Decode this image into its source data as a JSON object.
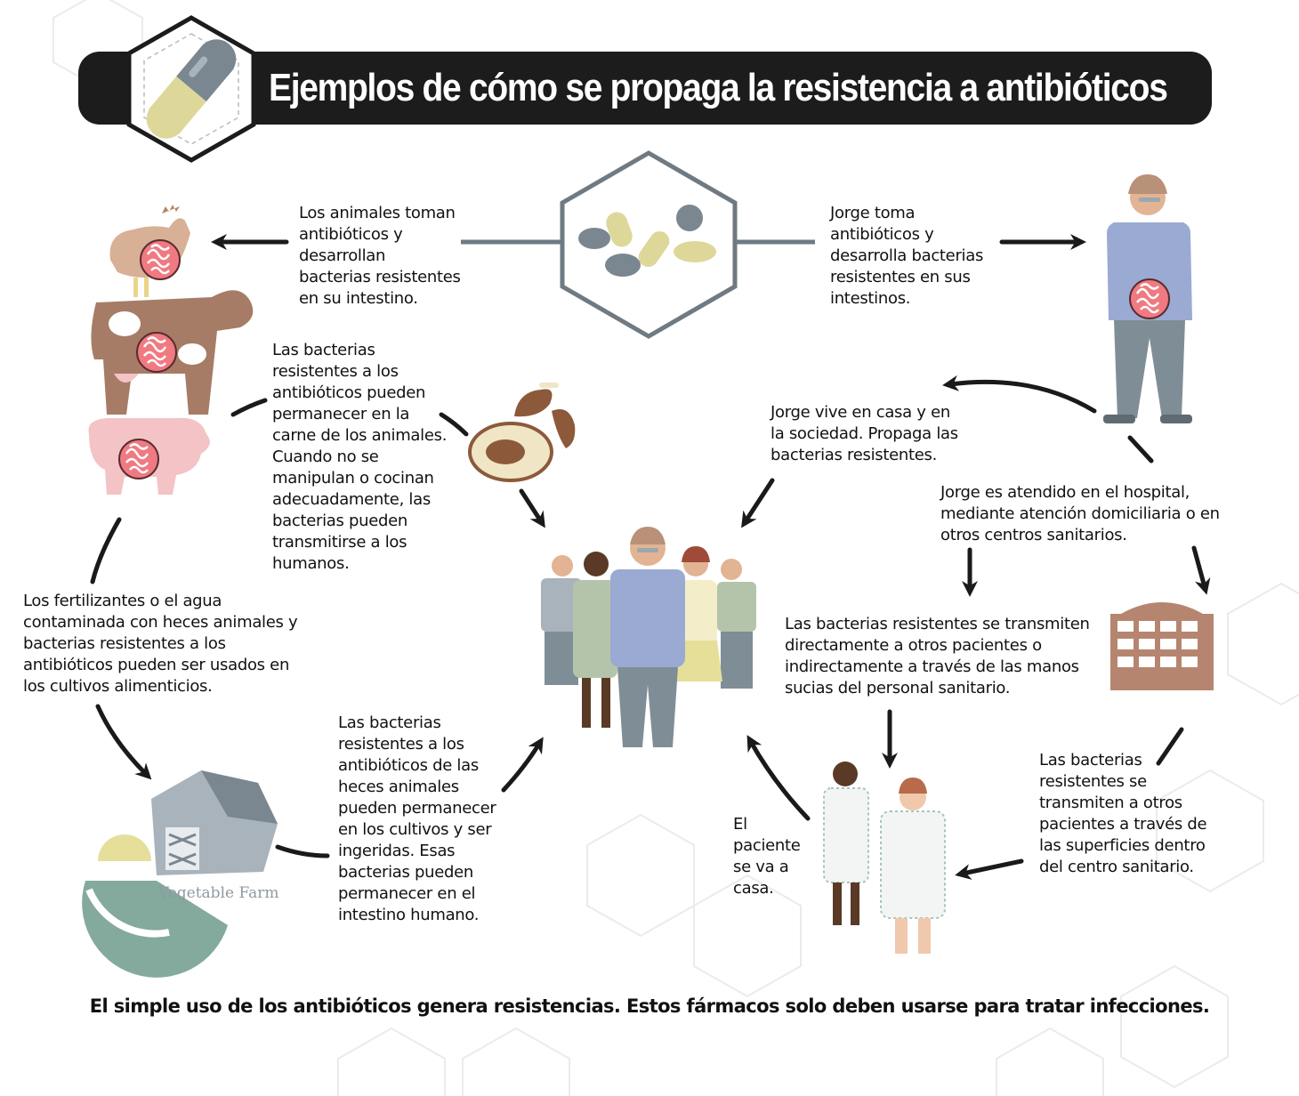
{
  "title": "Ejemplos de cómo se propaga la resistencia a antibióticos",
  "texts": {
    "animals_take": "Los animales toman\nantibióticos y\ndesarrollan\nbacterias resistentes\nen su intestino.",
    "jorge_takes": "Jorge toma\nantibióticos y\ndesarrolla bacterias\nresistentes en sus\nintestinos.",
    "meat": "Las bacterias\nresistentes a los\nantibióticos pueden\npermanecer en la\ncarne de los animales.\nCuando no se\nmanipulan o cocinan\nadecuadamente, las\nbacterias pueden\ntransmitirse a los\nhumanos.",
    "jorge_home": "Jorge vive en casa y en\nla sociedad. Propaga las\nbacterias resistentes.",
    "jorge_hospital": "Jorge es atendido en el hospital,\nmediante atención domiciliaria o en\notros centros sanitarios.",
    "fertilizers": "Los fertilizantes o el agua\ncontaminada con heces animales y\nbacterias resistentes a los\nantibióticos pueden ser usados en\nlos cultivos alimenticios.",
    "direct_transmit": "Las bacterias resistentes se transmiten\ndirectamente a otros pacientes o\nindirectamente a través de las manos\nsucias del personal sanitario.",
    "crops": "Las bacterias\nresistentes a los\nantibióticos de las\nheces animales\npueden permanecer\nen los cultivos y ser\ningeridas. Esas\nbacterias pueden\npermanecer en el\nintestino humano.",
    "patient_home": "El\npaciente\nse va a\ncasa.",
    "surfaces": "Las bacterias\nresistentes se\ntransmiten a otros\npacientes a través de\nlas superficies dentro\ndel centro sanitario."
  },
  "farm_label": "Vegetable Farm",
  "footer": "El simple uso de los antibióticos genera resistencias. Estos fármacos solo deben usarse para tratar infecciones.",
  "colors": {
    "title_bg": "#1c1c1c",
    "arrow": "#1a1a1a",
    "pill_grey": "#7b8790",
    "pill_yellow": "#ddd89a",
    "hexagon": "#6f7a82",
    "gut": "#f07a82",
    "chicken": "#d7b096",
    "cow": "#a67c66",
    "pig": "#f3c3c6",
    "shirt_blue": "#9aaad3",
    "pants_grey": "#7f8d96",
    "hospital": "#b68570",
    "meat": "#8c5a3a"
  },
  "icons": [
    "pill-capsule-icon",
    "pills-hexagon-icon",
    "chicken-icon",
    "cow-icon",
    "pig-icon",
    "jorge-icon",
    "meat-icon",
    "crowd-icon",
    "hospital-icon",
    "patients-icon",
    "farm-icon"
  ]
}
